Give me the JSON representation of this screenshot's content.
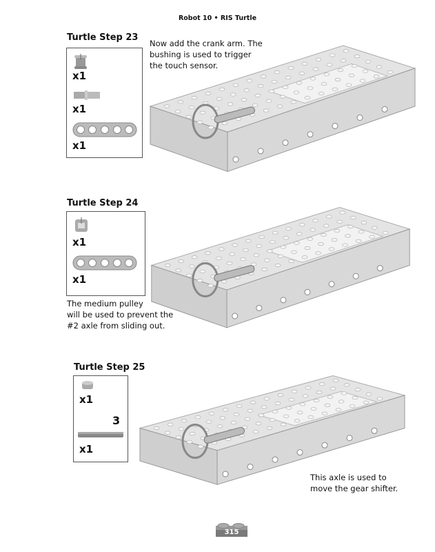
{
  "header": {
    "title": "Robot 10 • RIS Turtle"
  },
  "steps": [
    {
      "title": "Turtle Step 23",
      "note": [
        "Now add the crank arm. The",
        "bushing is used to trigger",
        "the touch sensor."
      ],
      "parts": [
        {
          "icon": "bushing-icon",
          "qty": "x1"
        },
        {
          "icon": "connector-peg-icon",
          "qty": "x1"
        },
        {
          "icon": "liftarm-5-icon",
          "qty": "x1"
        }
      ]
    },
    {
      "title": "Turtle Step 24",
      "note": [
        "The medium pulley",
        "will be used to prevent the",
        "#2 axle from sliding out."
      ],
      "parts": [
        {
          "icon": "pulley-icon",
          "qty": "x1"
        },
        {
          "icon": "liftarm-5-icon",
          "qty": "x1"
        }
      ]
    },
    {
      "title": "Turtle Step 25",
      "note": [
        "This axle is used to",
        "move the gear shifter."
      ],
      "parts": [
        {
          "icon": "bushing-half-icon",
          "qty": "x1"
        },
        {
          "icon": "axle-icon",
          "qty": "x1",
          "length": "3"
        }
      ]
    }
  ],
  "footer": {
    "page_number": "315"
  }
}
